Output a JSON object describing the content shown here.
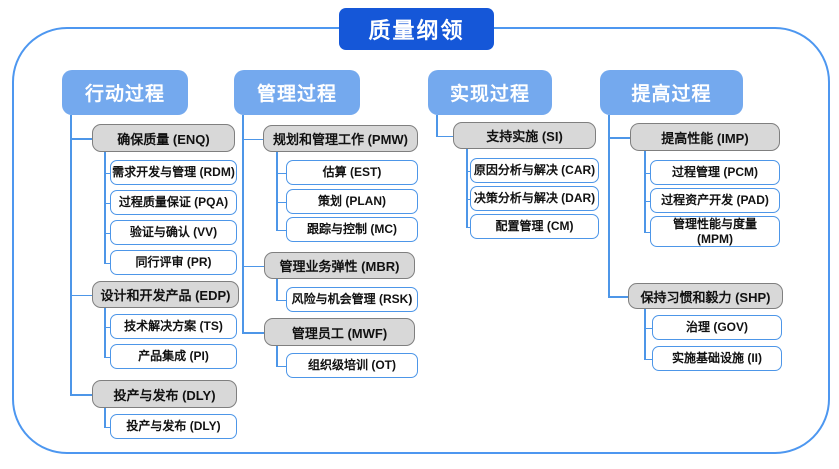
{
  "title": "质量纲领",
  "colors": {
    "title_bg": "#1557d8",
    "column_header_bg": "#74a9ee",
    "group_fill": "#d8d8d8",
    "group_border": "#7f7f7f",
    "line_blue": "#4d96e8",
    "frame_border": "#4d97f0"
  },
  "columns": [
    {
      "header": "行动过程",
      "groups": [
        {
          "label": "确保质量 (ENQ)",
          "children": [
            "需求开发与管理 (RDM)",
            "过程质量保证 (PQA)",
            "验证与确认 (VV)",
            "同行评审 (PR)"
          ]
        },
        {
          "label": "设计和开发产品 (EDP)",
          "children": [
            "技术解决方案 (TS)",
            "产品集成 (PI)"
          ]
        },
        {
          "label": "投产与发布 (DLY)",
          "children": [
            "投产与发布 (DLY)"
          ]
        }
      ]
    },
    {
      "header": "管理过程",
      "groups": [
        {
          "label": "规划和管理工作 (PMW)",
          "children": [
            "估算 (EST)",
            "策划 (PLAN)",
            "跟踪与控制 (MC)"
          ]
        },
        {
          "label": "管理业务弹性 (MBR)",
          "children": [
            "风险与机会管理 (RSK)"
          ]
        },
        {
          "label": "管理员工 (MWF)",
          "children": [
            "组织级培训 (OT)"
          ]
        }
      ]
    },
    {
      "header": "实现过程",
      "groups": [
        {
          "label": "支持实施 (SI)",
          "children": [
            "原因分析与解决 (CAR)",
            "决策分析与解决 (DAR)",
            "配置管理 (CM)"
          ]
        }
      ]
    },
    {
      "header": "提高过程",
      "groups": [
        {
          "label": "提高性能 (IMP)",
          "children": [
            "过程管理 (PCM)",
            "过程资产开发 (PAD)",
            "管理性能与度量 (MPM)"
          ]
        },
        {
          "label": "保持习惯和毅力 (SHP)",
          "children": [
            "治理 (GOV)",
            "实施基础设施 (II)"
          ]
        }
      ]
    }
  ]
}
